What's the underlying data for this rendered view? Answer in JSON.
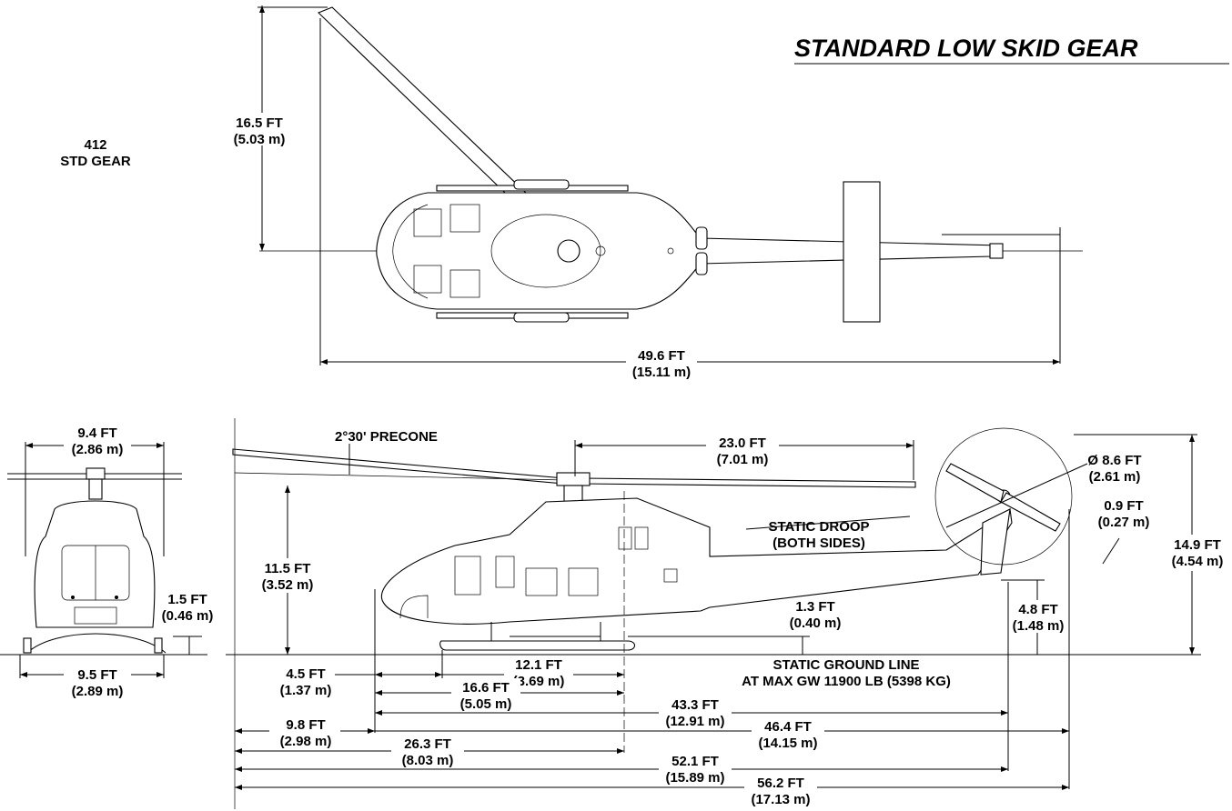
{
  "title": "STANDARD LOW SKID GEAR",
  "model": {
    "line1": "412",
    "line2": "STD GEAR"
  },
  "top_view": {
    "rotor_height": {
      "ft": "16.5 FT",
      "m": "(5.03 m)"
    },
    "overall_length": {
      "ft": "49.6 FT",
      "m": "(15.11 m)"
    }
  },
  "front_view": {
    "rotor_hub_width": {
      "ft": "9.4 FT",
      "m": "(2.86 m)"
    },
    "skid_height": {
      "ft": "1.5 FT",
      "m": "(0.46 m)"
    },
    "skid_width": {
      "ft": "9.5 FT",
      "m": "(2.89 m)"
    }
  },
  "side_view": {
    "precone": "2°30' PRECONE",
    "blade_radius": {
      "ft": "23.0 FT",
      "m": "(7.01 m)"
    },
    "static_droop": {
      "line1": "STATIC DROOP",
      "line2": "(BOTH SIDES)"
    },
    "tail_rotor_dia": {
      "ft": "Ø 8.6 FT",
      "m": "(2.61 m)"
    },
    "tail_rotor_clear": {
      "ft": "0.9 FT",
      "m": "(0.27 m)"
    },
    "overall_height": {
      "ft": "14.9 FT",
      "m": "(4.54 m)"
    },
    "blade_clear_height": {
      "ft": "11.5 FT",
      "m": "(3.52 m)"
    },
    "belly_clear": {
      "ft": "1.3 FT",
      "m": "(0.40 m)"
    },
    "tail_skid_height": {
      "ft": "4.8 FT",
      "m": "(1.48 m)"
    },
    "ground_line": {
      "line1": "STATIC GROUND LINE",
      "line2": "AT MAX GW 11900 LB (5398 KG)"
    },
    "nose_to_skid": {
      "ft": "4.5 FT",
      "m": "(1.37 m)"
    },
    "skid_length": {
      "ft": "12.1 FT",
      "m": "(3.69 m)"
    },
    "nose_to_mast": {
      "ft": "16.6 FT",
      "m": "(5.05 m)"
    },
    "nose_to_tail_skid": {
      "ft": "43.3 FT",
      "m": "(12.91 m)"
    },
    "blade_to_nose": {
      "ft": "9.8 FT",
      "m": "(2.98 m)"
    },
    "nose_to_tail_rotor": {
      "ft": "46.4 FT",
      "m": "(14.15 m)"
    },
    "blade_to_mast": {
      "ft": "26.3 FT",
      "m": "(8.03 m)"
    },
    "blade_to_tail_skid": {
      "ft": "52.1 FT",
      "m": "(15.89 m)"
    },
    "overall_length": {
      "ft": "56.2 FT",
      "m": "(17.13 m)"
    }
  }
}
